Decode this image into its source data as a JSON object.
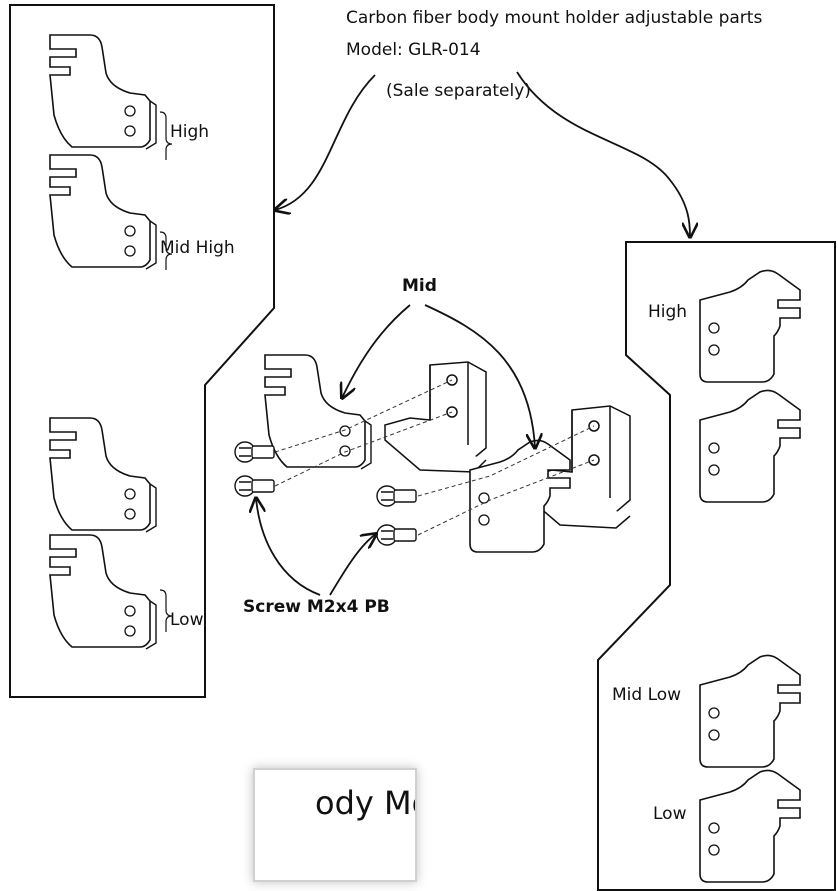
{
  "header": {
    "line1": "Carbon fiber body mount holder adjustable parts",
    "line2": "Model: GLR-014",
    "note": "(Sale separately)"
  },
  "left_panel": {
    "labels": [
      "High",
      "Mid High",
      "Low"
    ]
  },
  "right_panel": {
    "labels": [
      "High",
      "Mid Low",
      "Low"
    ]
  },
  "center": {
    "mid_label": "Mid",
    "screw_label": "Screw M2x4 PB"
  },
  "title_box": {
    "text": "ody Mount Holder"
  }
}
